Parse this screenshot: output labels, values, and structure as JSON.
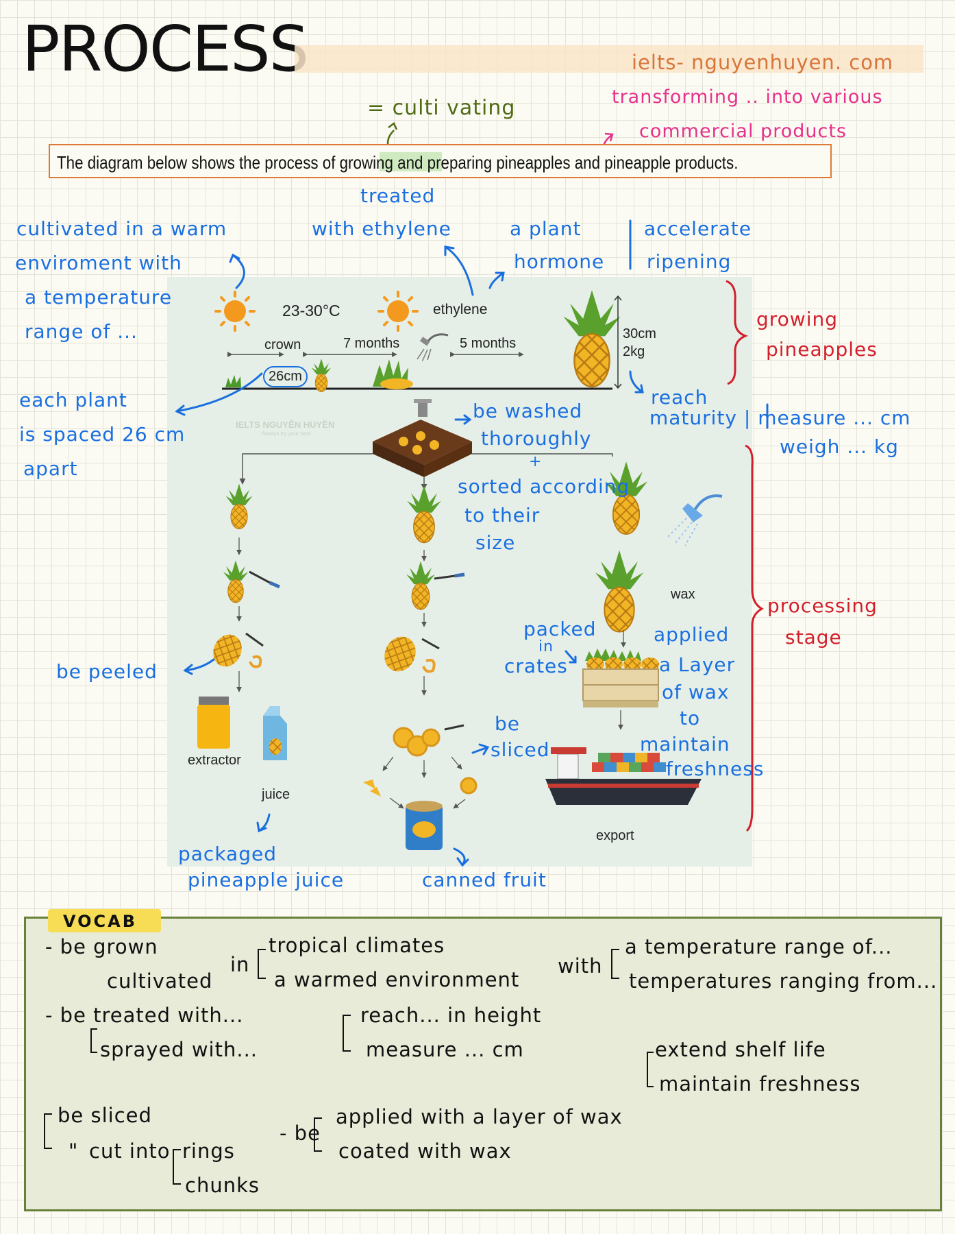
{
  "header": {
    "title": "PROCESS",
    "site": "ielts- nguyenhuyen. com",
    "transform_note": "transforming .. into various",
    "commercial_note": "commercial products",
    "cultivating_note": "= culti vating"
  },
  "task": {
    "text": "The diagram below shows the process of growing and preparing pineapples and pineapple products."
  },
  "diagram": {
    "temperature": "23-30°C",
    "crown": "crown",
    "spacing": "26cm",
    "months1": "7 months",
    "months2": "5 months",
    "ethylene": "ethylene",
    "height": "30cm",
    "weight": "2kg",
    "wax": "wax",
    "extractor": "extractor",
    "juice": "juice",
    "export": "export",
    "watermark": "IELTS NGUYỄN HUYỀN",
    "watermark_sub": "Always try your best"
  },
  "notes": {
    "treated_l1": "treated",
    "treated_l2": "with ethylene",
    "hormone_l1": "a plant",
    "hormone_l2": "hormone",
    "accelerate_l1": "accelerate",
    "accelerate_l2": "ripening",
    "cultivated_l1": "cultivated in a warm",
    "cultivated_l2": "enviroment with",
    "cultivated_l3": "a temperature",
    "cultivated_l4": "range of ...",
    "spaced_l1": "each plant",
    "spaced_l2": "is spaced 26 cm",
    "spaced_l3": "apart",
    "washed_l1": "be washed",
    "washed_l2": "thoroughly",
    "plus": "+",
    "sorted_l1": "sorted according",
    "sorted_l2": "to their",
    "sorted_l3": "size",
    "maturity_l1": "reach",
    "maturity_l2": "maturity | measure ... cm",
    "maturity_l3": "weigh ... kg",
    "growing_l1": "growing",
    "growing_l2": "pineapples",
    "processing_l1": "processing",
    "processing_l2": "stage",
    "peeled": "be peeled",
    "packed_l1": "packed",
    "packed_l2": "in",
    "packed_l3": "crates",
    "wax_l1": "applied",
    "wax_l2": "a Layer",
    "wax_l3": "of wax",
    "wax_l4": "to",
    "wax_l5": "maintain",
    "wax_l6": "freshness",
    "sliced_l1": "be",
    "sliced_l2": "sliced",
    "juice_l1": "packaged",
    "juice_l2": "pineapple juice",
    "canned": "canned fruit"
  },
  "vocab": {
    "title": "VOCAB",
    "grown": "- be grown",
    "cultivated": "cultivated",
    "in": "in",
    "tropical": "tropical climates",
    "warmed": "a warmed environment",
    "with": "with",
    "temp_range": "a temperature range of...",
    "temps_ranging": "temperatures ranging from...",
    "treated": "- be treated with...",
    "sprayed": "sprayed with...",
    "reach": "reach... in height",
    "measure": "measure ... cm",
    "shelf": "extend shelf life",
    "freshness": "maintain freshness",
    "sliced": "be sliced",
    "ditto": "\"",
    "cut_into": "cut into",
    "rings": "rings",
    "chunks": "chunks",
    "be": "- be",
    "applied_wax": "applied with a layer of wax",
    "coated": "coated with wax"
  },
  "colors": {
    "blue_note": "#1a6fe0",
    "red_note": "#d21f2b",
    "pink_note": "#e6318c",
    "olive_note": "#4f6b14",
    "task_border": "#de7a35",
    "vocab_border": "#67803c"
  }
}
